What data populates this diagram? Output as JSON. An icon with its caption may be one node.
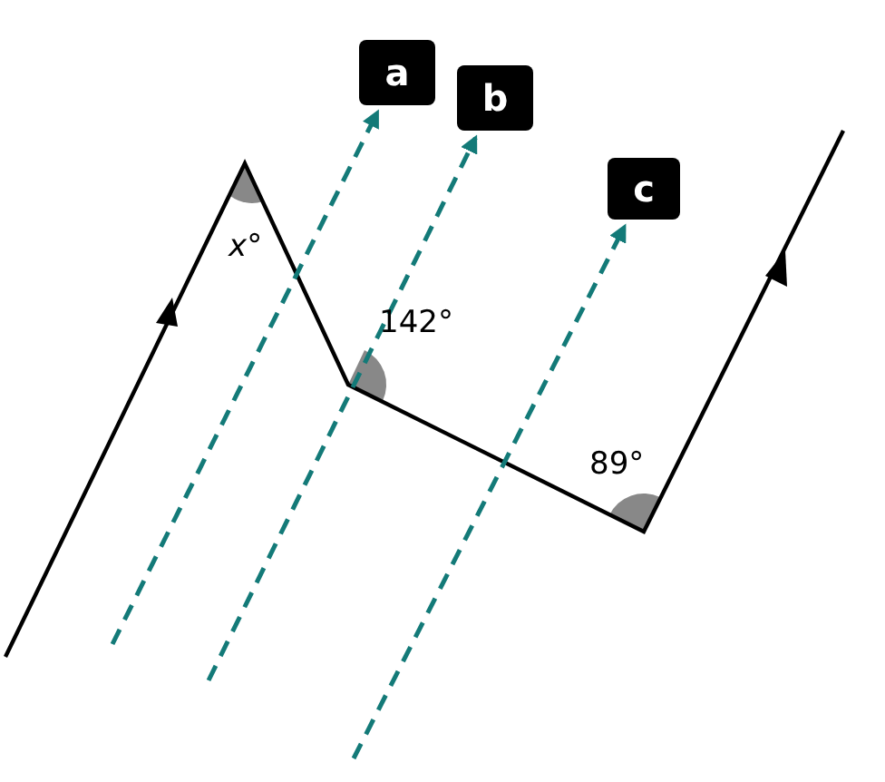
{
  "diagram": {
    "nodes": [
      {
        "text": [
          "a"
        ]
      },
      {
        "text": [
          "b"
        ]
      },
      {
        "text": [
          "c"
        ]
      }
    ],
    "edges": [
      {
        "from": null,
        "to": 0,
        "arrow": "to",
        "style": "dashed"
      },
      {
        "from": null,
        "to": 1,
        "arrow": "to",
        "style": "dashed"
      },
      {
        "from": null,
        "to": 2,
        "arrow": "to",
        "style": "dashed"
      }
    ],
    "labels": [
      "*x*°",
      "142°",
      "89°"
    ]
  }
}
